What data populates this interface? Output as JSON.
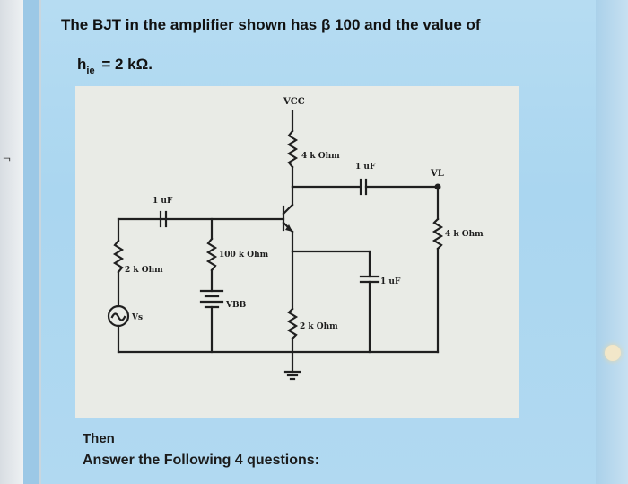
{
  "question": {
    "line1": "The BJT in the amplifier shown  has β 100 and the value of",
    "hie_symbol": "h",
    "hie_sub": "ie",
    "hie_value": "= 2 kΩ."
  },
  "circuit": {
    "labels": {
      "vcc": "VCC",
      "r_collector": "4 k Ohm",
      "c_out": "1 uF",
      "vl": "VL",
      "r_load": "4 k Ohm",
      "c_in": "1 uF",
      "r_base": "100 k Ohm",
      "r_source": "2 k Ohm",
      "vbb": "VBB",
      "vs": "Vs",
      "c_bypass": "1 uF",
      "r_emitter": "2 k Ohm"
    }
  },
  "footer": {
    "then": "Then",
    "instruction": "Answer the Following 4 questions:"
  },
  "edge_glyph": "ᆨ"
}
